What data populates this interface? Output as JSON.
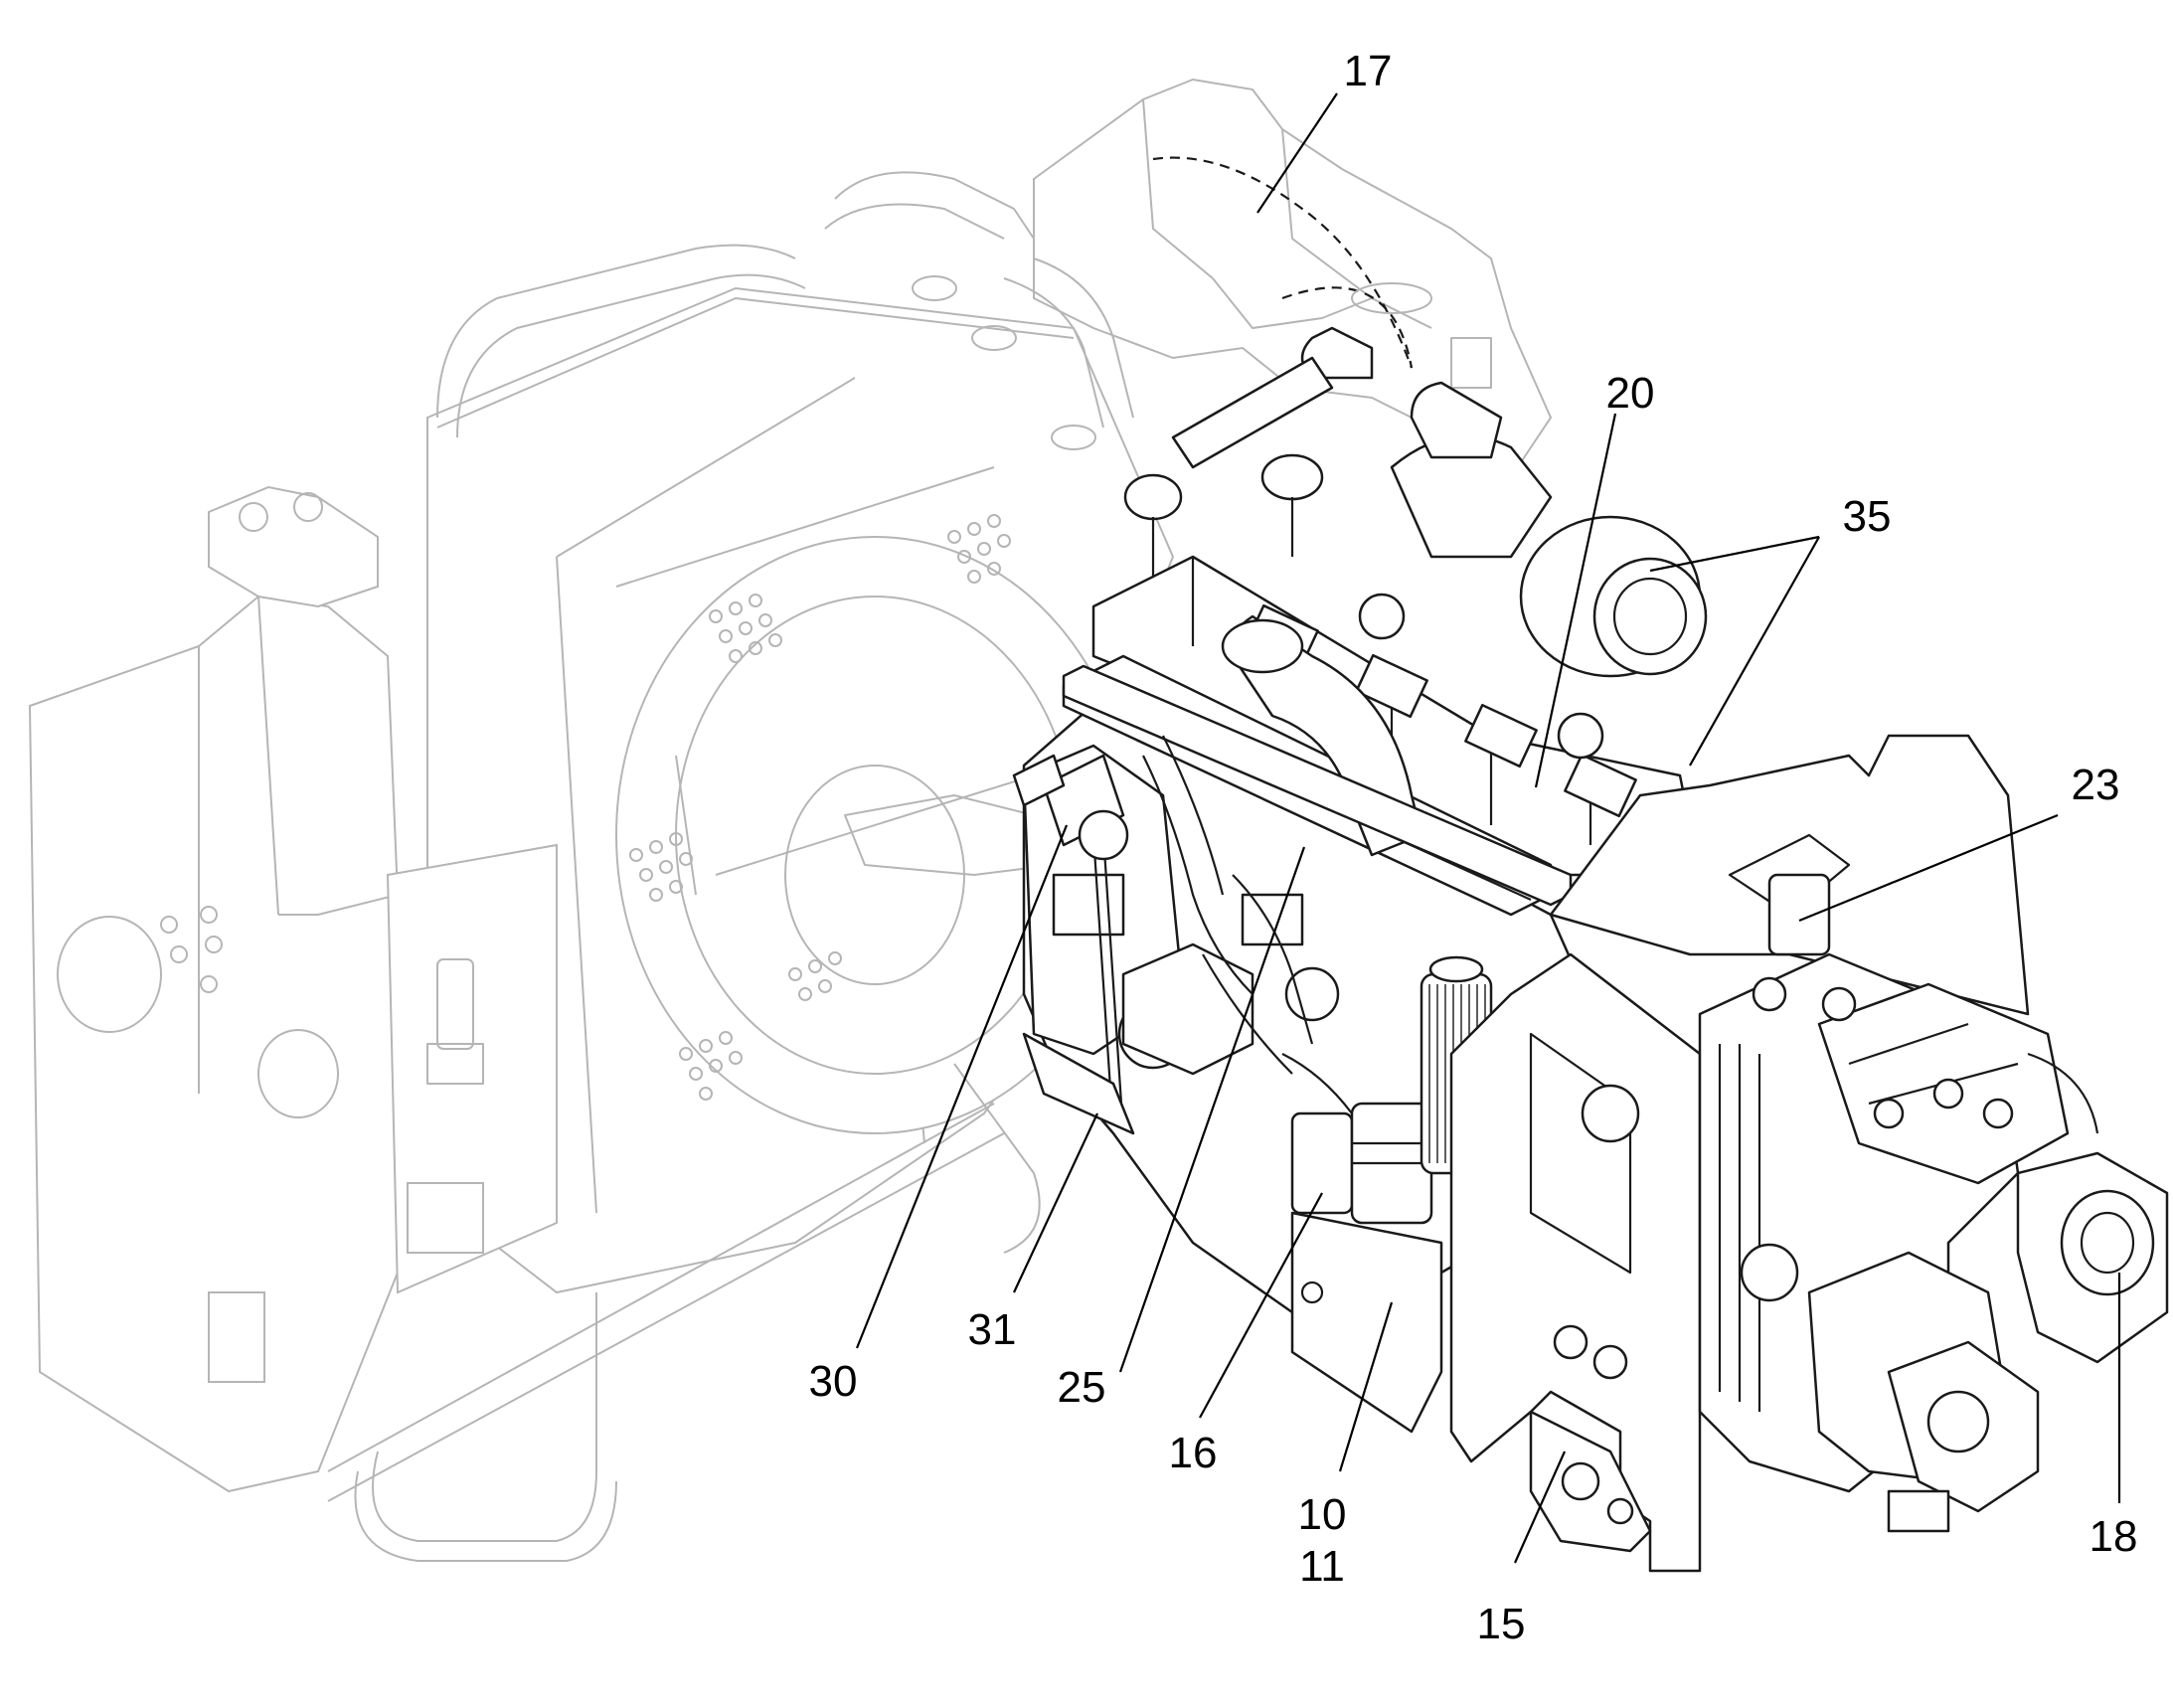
{
  "callouts": [
    {
      "id": "17",
      "label": "17"
    },
    {
      "id": "20",
      "label": "20"
    },
    {
      "id": "35",
      "label": "35"
    },
    {
      "id": "23",
      "label": "23"
    },
    {
      "id": "30",
      "label": "30"
    },
    {
      "id": "31",
      "label": "31"
    },
    {
      "id": "25",
      "label": "25"
    },
    {
      "id": "16",
      "label": "16"
    },
    {
      "id": "10",
      "label": "10"
    },
    {
      "id": "11",
      "label": "11"
    },
    {
      "id": "15",
      "label": "15"
    },
    {
      "id": "18",
      "label": "18"
    }
  ]
}
